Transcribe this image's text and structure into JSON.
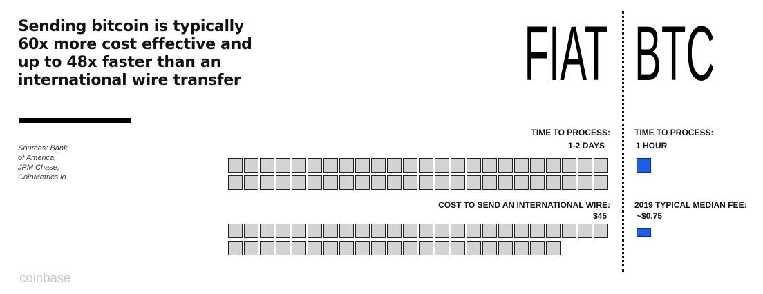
{
  "headline": {
    "lines": [
      "Sending bitcoin is typically",
      "60x more cost effective and",
      "up to 48x faster than an",
      "international wire transfer"
    ]
  },
  "sources": {
    "lines": [
      "Sources: Bank",
      "of America,",
      "JPM Chase,",
      "CoinMetrics.io"
    ]
  },
  "brand": "coinbase",
  "columns": {
    "fiat": "FIAT",
    "btc": "BTC"
  },
  "colors": {
    "fiat_unit": "#d3d3d3",
    "btc_unit": "#1c5ee8",
    "divider": "#111111"
  },
  "chart_data": [
    {
      "type": "pictogram",
      "metric": "time",
      "series": [
        {
          "name": "FIAT",
          "label": "TIME TO PROCESS:",
          "value_label": "1-2 DAYS",
          "units": 48,
          "color": "#d3d3d3"
        },
        {
          "name": "BTC",
          "label": "TIME TO PROCESS:",
          "value_label": "1 HOUR",
          "units": 1,
          "color": "#1c5ee8"
        }
      ]
    },
    {
      "type": "pictogram",
      "metric": "cost",
      "series": [
        {
          "name": "FIAT",
          "label": "COST TO SEND AN INTERNATIONAL WIRE:",
          "value_label": "$45",
          "units": 45,
          "color": "#d3d3d3"
        },
        {
          "name": "BTC",
          "label": "2019 TYPICAL MEDIAN FEE:",
          "value_label": "~$0.75",
          "units": 0.75,
          "color": "#1c5ee8"
        }
      ]
    }
  ]
}
